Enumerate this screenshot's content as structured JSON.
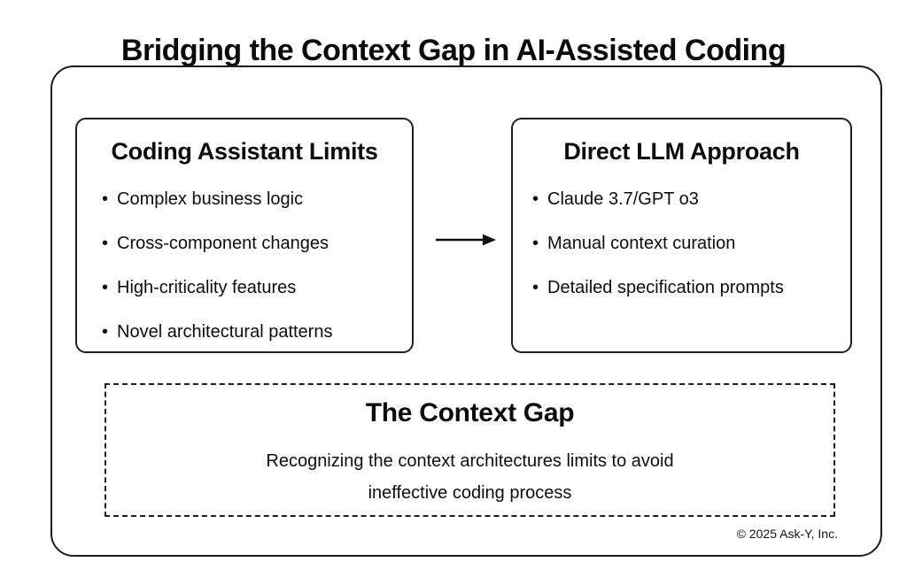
{
  "page": {
    "title": "Bridging the Context Gap in AI-Assisted Coding"
  },
  "diagram": {
    "bullet_glyph": "•",
    "coding_assistant_limits": {
      "heading": "Coding Assistant Limits",
      "bullets": [
        "Complex business logic",
        "Cross-component changes",
        "High-criticality features",
        "Novel architectural patterns"
      ]
    },
    "direct_llm_approach": {
      "heading": "Direct LLM Approach",
      "bullets": [
        "Claude 3.7/GPT o3",
        "Manual context curation",
        "Detailed specification prompts"
      ]
    },
    "context_gap": {
      "heading": "The Context Gap",
      "description_lines": [
        "Recognizing the context architectures limits to avoid",
        "ineffective coding process"
      ]
    }
  },
  "footer": {
    "copyright": "© 2025 Ask-Y, Inc."
  },
  "colors": {
    "foreground": "#0d0d0d",
    "background": "#ffffff"
  }
}
